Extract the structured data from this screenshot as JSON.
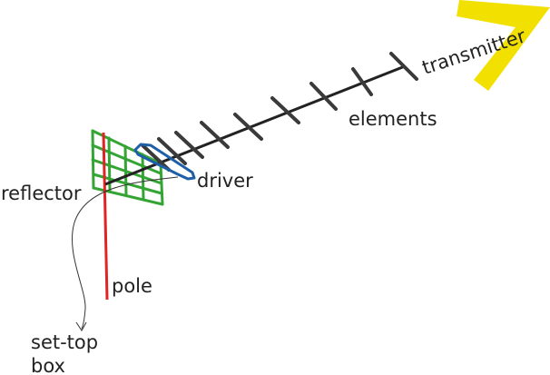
{
  "labels": {
    "transmitter": "transmitter",
    "elements": "elements",
    "driver": "driver",
    "reflector": "reflector",
    "pole": "pole",
    "settop_line1": "set-top",
    "settop_line2": "box"
  },
  "colors": {
    "boom": "#222222",
    "elements": "#3a3a3a",
    "reflector": "#34a534",
    "pole": "#e02424",
    "driver": "#1f5fa8",
    "transmitter_arrow": "#f2e100",
    "cable": "#333333",
    "text": "#222222"
  },
  "icons": {
    "transmitter": "arrow-icon"
  }
}
